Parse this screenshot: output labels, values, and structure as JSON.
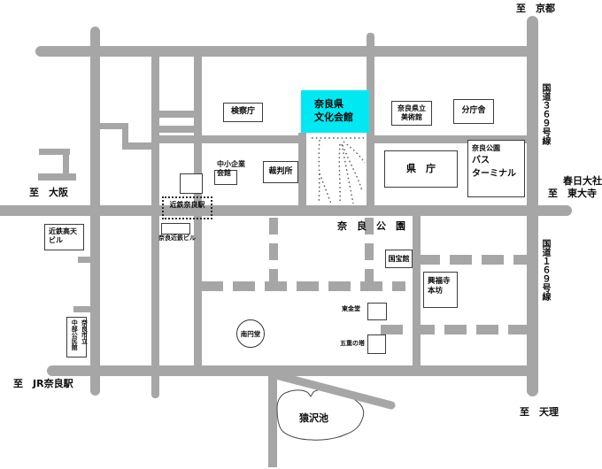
{
  "map": {
    "highlight": {
      "line1": "奈良県",
      "line2": "文化会館",
      "color": "#00e9f2"
    },
    "directions": {
      "kyoto": "至　京都",
      "osaka": "至　大阪",
      "jr_nara": "至　JR奈良駅",
      "tenri": "至　天理",
      "kasuga": "春日大社",
      "todaiji": "至　東大寺"
    },
    "routes": {
      "r369": "国道３６９号線",
      "r169": "国道１６９号線"
    },
    "areas": {
      "nara_park": "奈　良　公　園",
      "sarusawa_pond": "猿沢池"
    },
    "station": {
      "kintetsu_nara": "近鉄奈良駅"
    },
    "buildings": {
      "kensatsucho": "検察庁",
      "museum_l1": "奈良県立",
      "museum_l2": "美術館",
      "buchosha": "分庁舎",
      "kencho": "県　庁",
      "bus_l1": "奈良公園",
      "bus_l2": "バス",
      "bus_l3": "ターミナル",
      "saibansho": "裁判所",
      "chusho_l1": "中小企業",
      "chusho_l2": "会館",
      "takama_l1": "近鉄高天",
      "takama_l2": "ビル",
      "kominkan_c1": "奈良市立",
      "kominkan_c2": "中部公民館",
      "nara_kintetsu": "奈良近鉄ビル",
      "kokuhokan": "国宝館",
      "kofukuji_l1": "興福寺",
      "kofukuji_l2": "本坊",
      "tokondo": "東金堂",
      "gojunoto": "五重の塔",
      "nanendo": "南円堂"
    },
    "colors": {
      "road": "#a6a6a6",
      "highlight": "#00e9f2"
    }
  }
}
